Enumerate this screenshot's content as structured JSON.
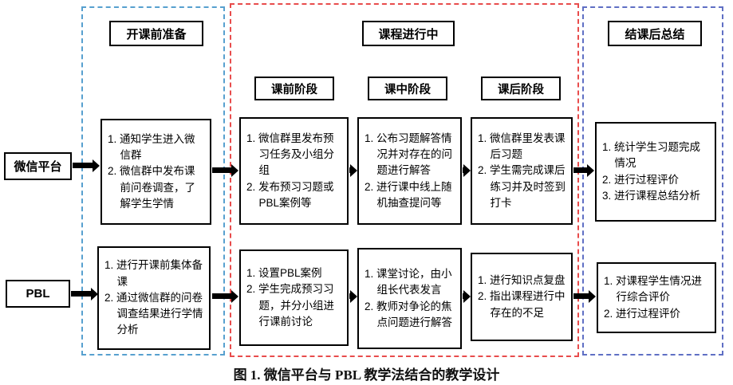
{
  "regions": {
    "pre": {
      "title": "开课前准备"
    },
    "during": {
      "title": "课程进行中",
      "stages": [
        "课前阶段",
        "课中阶段",
        "课后阶段"
      ]
    },
    "post": {
      "title": "结课后总结"
    }
  },
  "rows": [
    {
      "label": "微信平台",
      "boxes": [
        {
          "items": [
            "1. 通知学生进入微信群",
            "2. 微信群中发布课前问卷调查，了解学生学情"
          ]
        },
        {
          "items": [
            "1. 微信群里发布预习任务及小组分组",
            "2. 发布预习习题或PBL案例等"
          ]
        },
        {
          "items": [
            "1. 公布习题解答情况并对存在的问题进行解答",
            "2. 进行课中线上随机抽查提问等"
          ]
        },
        {
          "items": [
            "1. 微信群里发表课后习题",
            "2. 学生需完成课后练习并及时签到打卡"
          ]
        },
        {
          "items": [
            "1. 统计学生习题完成情况",
            "2. 进行过程评价",
            "3. 进行课程总结分析"
          ]
        }
      ]
    },
    {
      "label": "PBL",
      "boxes": [
        {
          "items": [
            "1. 进行开课前集体备课",
            "2. 通过微信群的问卷调查结果进行学情分析"
          ]
        },
        {
          "items": [
            "1. 设置PBL案例",
            "2. 学生完成预习习题，并分小组进行课前讨论"
          ]
        },
        {
          "items": [
            "1. 课堂讨论，由小组长代表发言",
            "2. 教师对争论的焦点问题进行解答"
          ]
        },
        {
          "items": [
            "1. 进行知识点复盘",
            "2. 指出课程进行中存在的不足"
          ]
        },
        {
          "items": [
            "1. 对课程学生情况进行综合评价",
            "2. 进行过程评价"
          ]
        }
      ]
    }
  ],
  "caption": "图 1. 微信平台与 PBL 教学法结合的教学设计",
  "colors": {
    "pre_region_border": "#57a0cf",
    "during_region_border": "#e84c4c",
    "post_region_border": "#5f6fc4",
    "box_border": "#000000",
    "arrow": "#000000"
  }
}
